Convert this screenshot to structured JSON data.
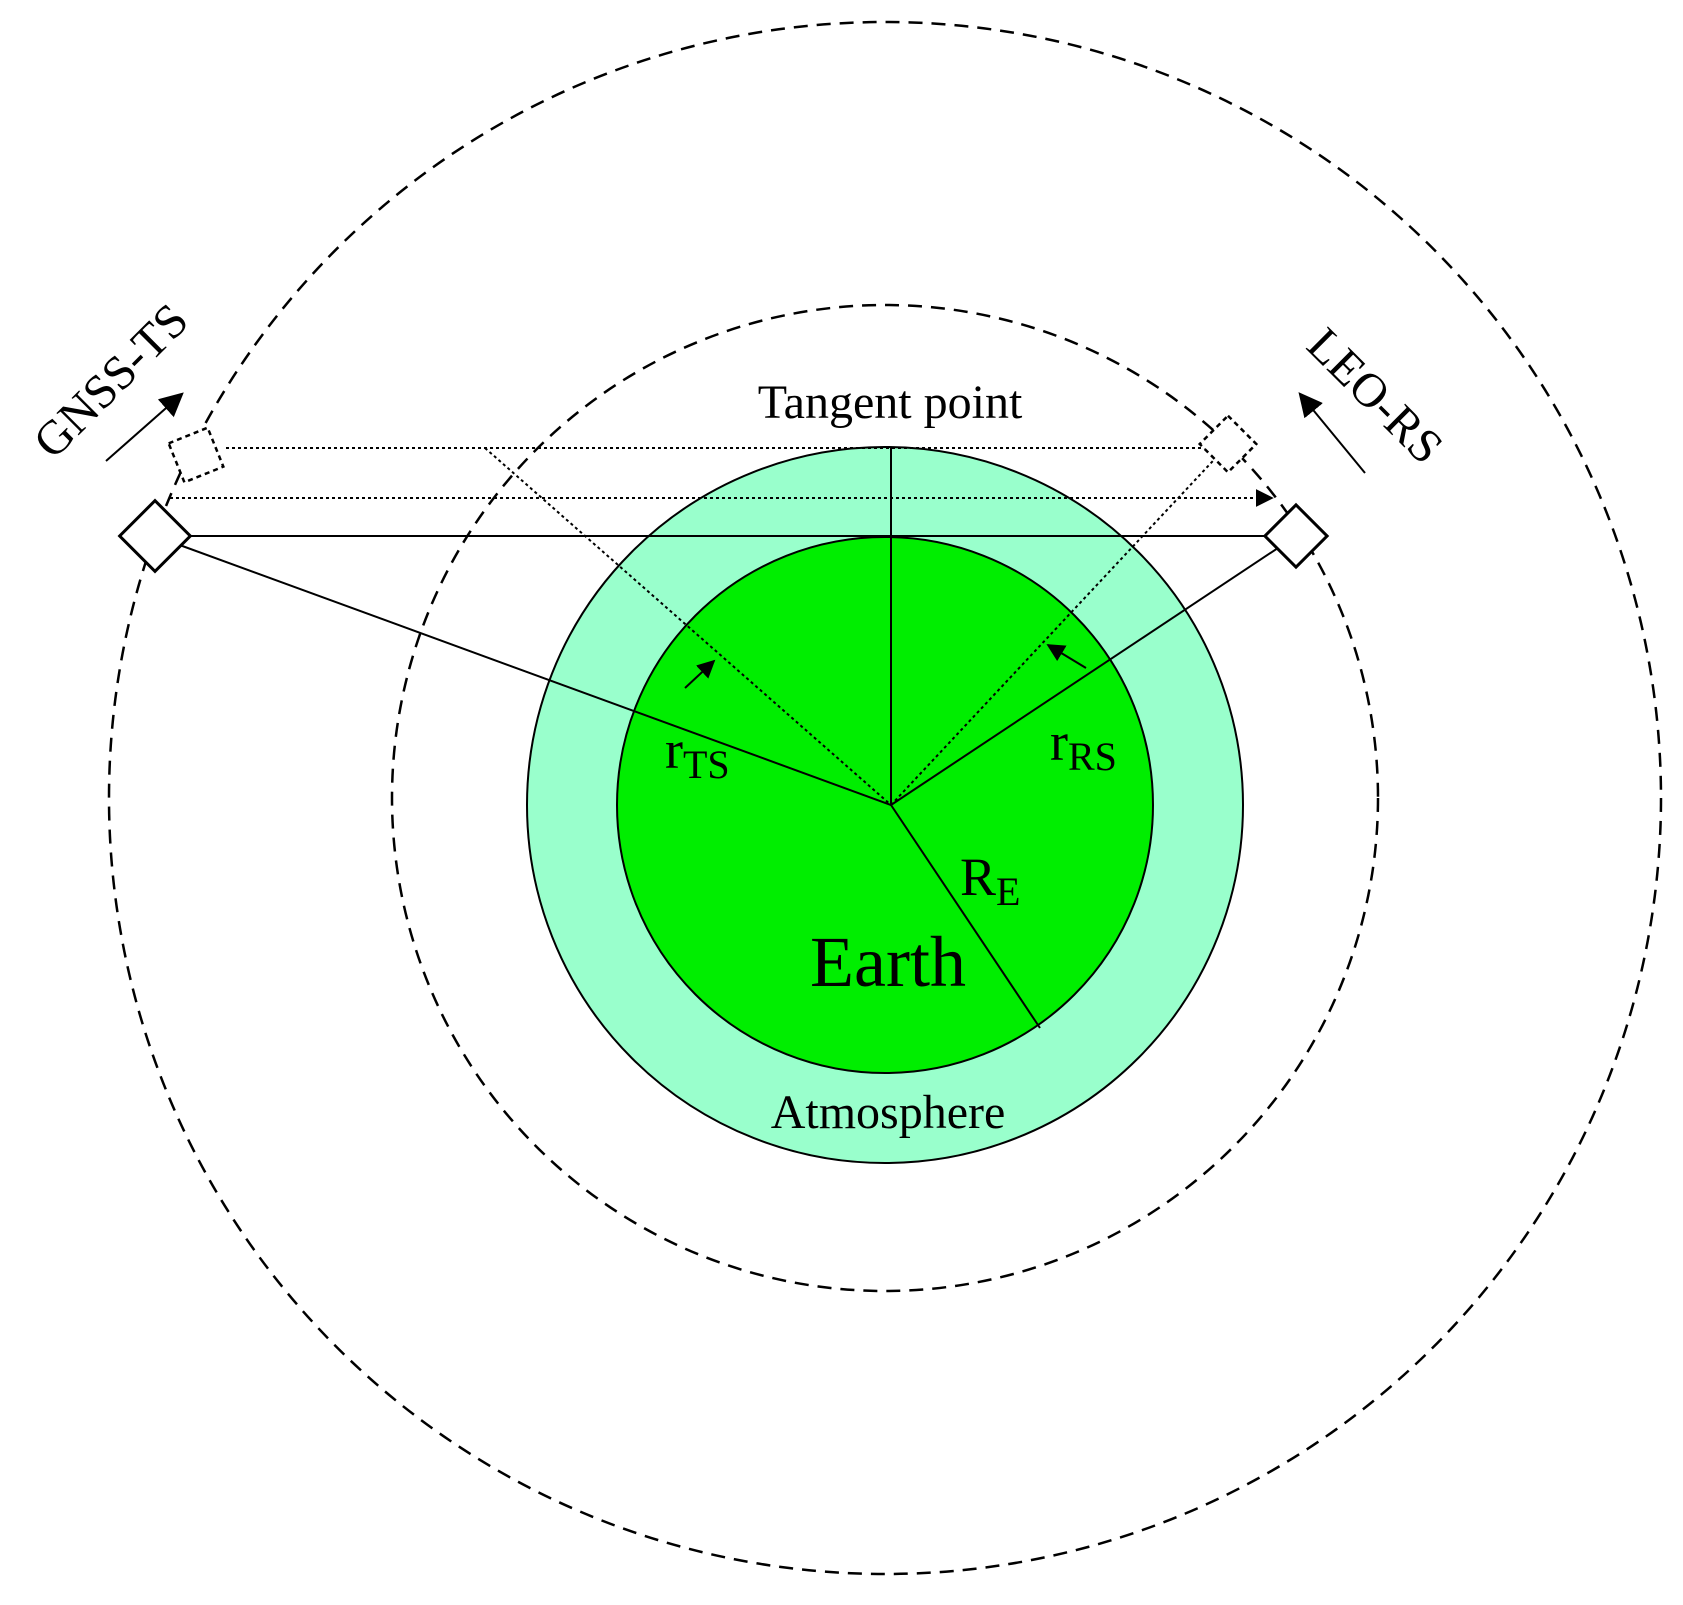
{
  "labels": {
    "tangent_point": "Tangent point",
    "gnss_ts": "GNSS-TS",
    "leo_rs": "LEO-RS",
    "r_ts_main": "r",
    "r_ts_sub": "TS",
    "r_rs_main": "r",
    "r_rs_sub": "RS",
    "r_e_main": "R",
    "r_e_sub": "E",
    "earth": "Earth",
    "atmosphere": "Atmosphere"
  },
  "colors": {
    "earth": "#00ee00",
    "atmosphere": "#99ffcc",
    "stroke": "#000000"
  }
}
